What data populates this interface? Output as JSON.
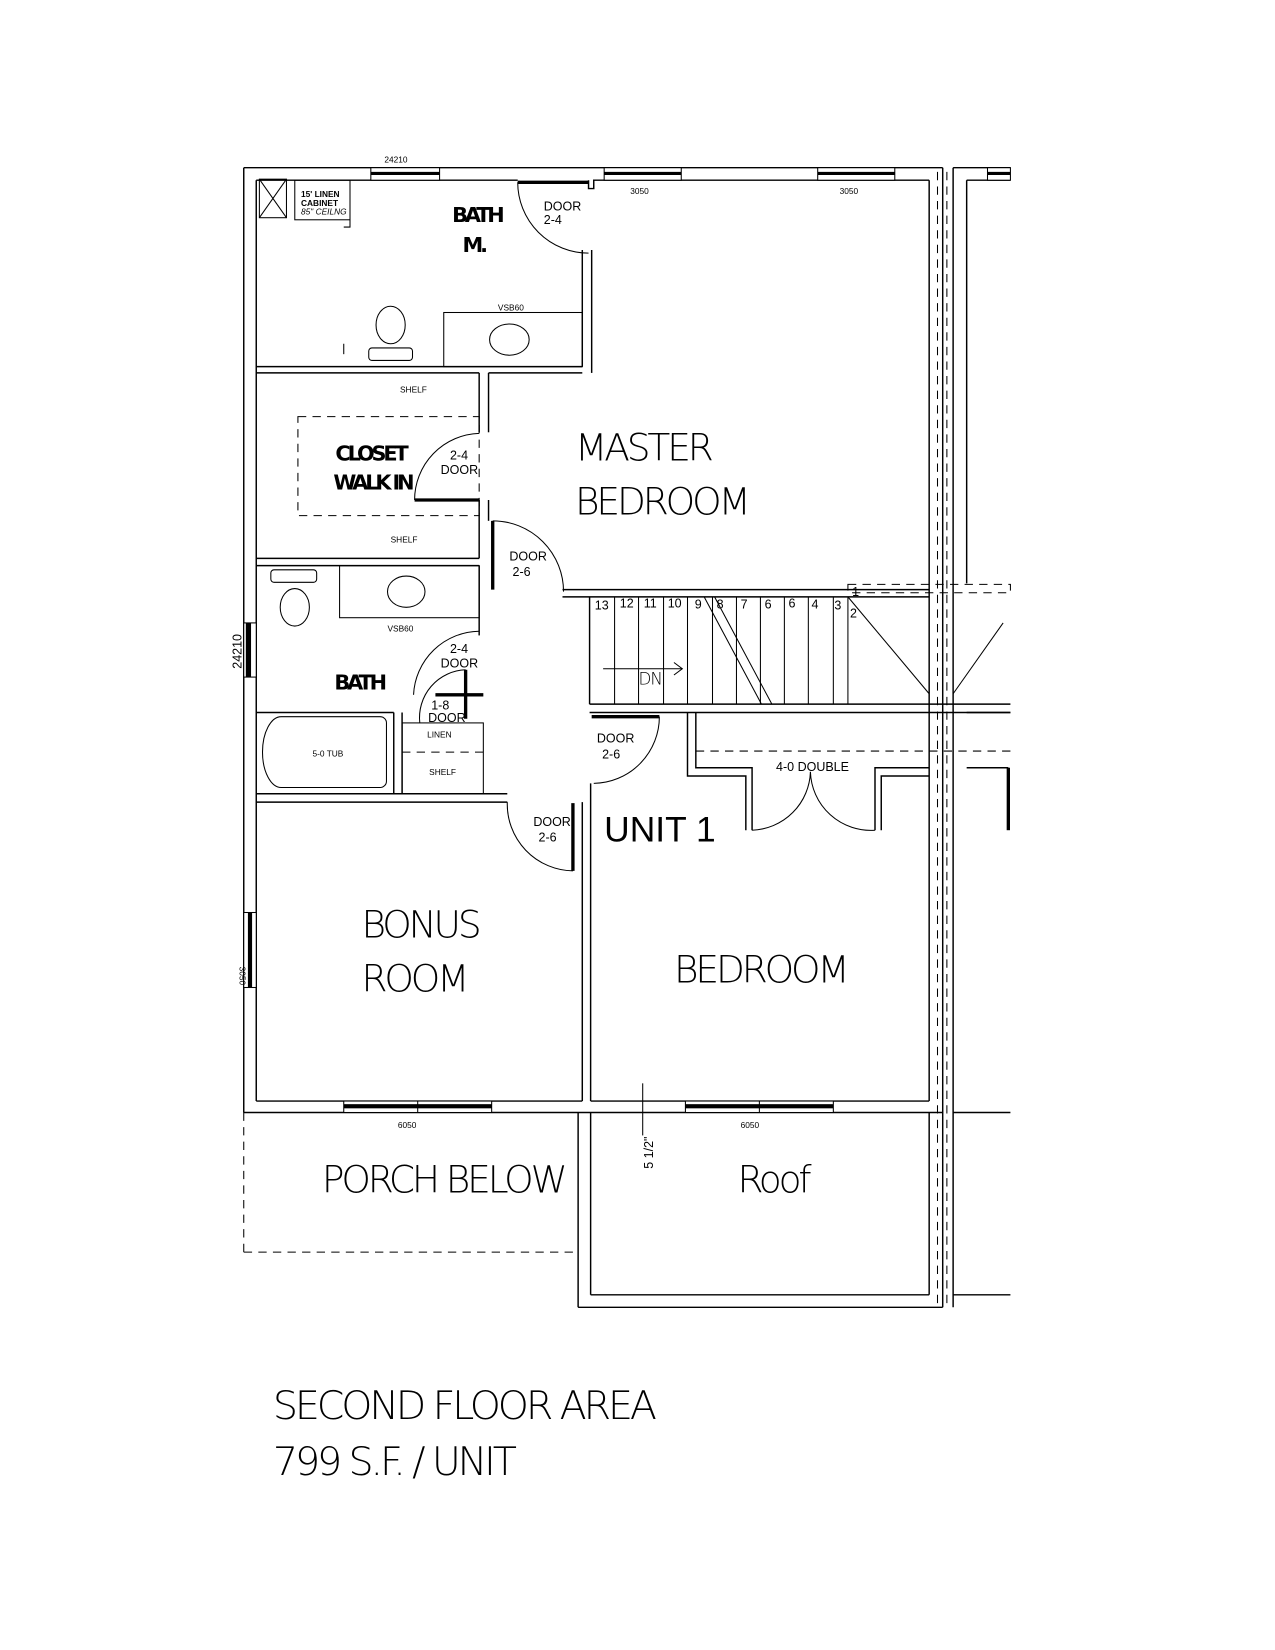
{
  "drawing": {
    "title_line1": "SECOND FLOOR AREA",
    "title_line2": "799 S.F. / UNIT",
    "unit_label": "UNIT 1"
  },
  "rooms": {
    "bath_master_line1": "BATH",
    "bath_master_line2": "M.",
    "closet_line1": "CLOSET",
    "closet_line2": "WALK IN",
    "master_line1": "MASTER",
    "master_line2": "BEDROOM",
    "bath": "BATH",
    "bonus_line1": "BONUS",
    "bonus_line2": "ROOM",
    "bedroom": "BEDROOM",
    "porch": "PORCH BELOW",
    "roof": "Roof"
  },
  "fixtures": {
    "linen_cabinet_line1": "15' LINEN",
    "linen_cabinet_line2": "CABINET",
    "linen_cabinet_line3": "85\" CEILNG",
    "vanity_master": "VSB60",
    "vanity_bath": "VSB60",
    "shelf_top": "SHELF",
    "shelf_bottom": "SHELF",
    "shelf_linen": "SHELF",
    "tub": "5-0 TUB",
    "linen": "LINEN",
    "stair_direction": "DN",
    "stair_steps": [
      "13",
      "12",
      "11",
      "10",
      "9",
      "8",
      "7",
      "6",
      "6",
      "4",
      "3",
      "2",
      "1"
    ]
  },
  "doors": {
    "master_bath_word": "DOOR",
    "master_bath_size": "2-4",
    "closet_size": "2-4",
    "closet_word": "DOOR",
    "master_bed_word": "DOOR",
    "master_bed_size": "2-6",
    "bath_size": "2-4",
    "bath_word": "DOOR",
    "linen_size": "1-8",
    "linen_word": "DOOR",
    "bedroom_word": "DOOR",
    "bedroom_size": "2-6",
    "bonus_word": "DOOR",
    "bonus_size": "2-6",
    "closet_double": "4-0 DOUBLE"
  },
  "windows": {
    "top_left": "24210",
    "top_mid": "3050",
    "top_right": "3050",
    "left_bath": "24210",
    "left_bonus": "3050",
    "bottom_left": "6050",
    "bottom_right": "6050"
  },
  "dimensions": {
    "wall_gap": "5 1/2\""
  }
}
